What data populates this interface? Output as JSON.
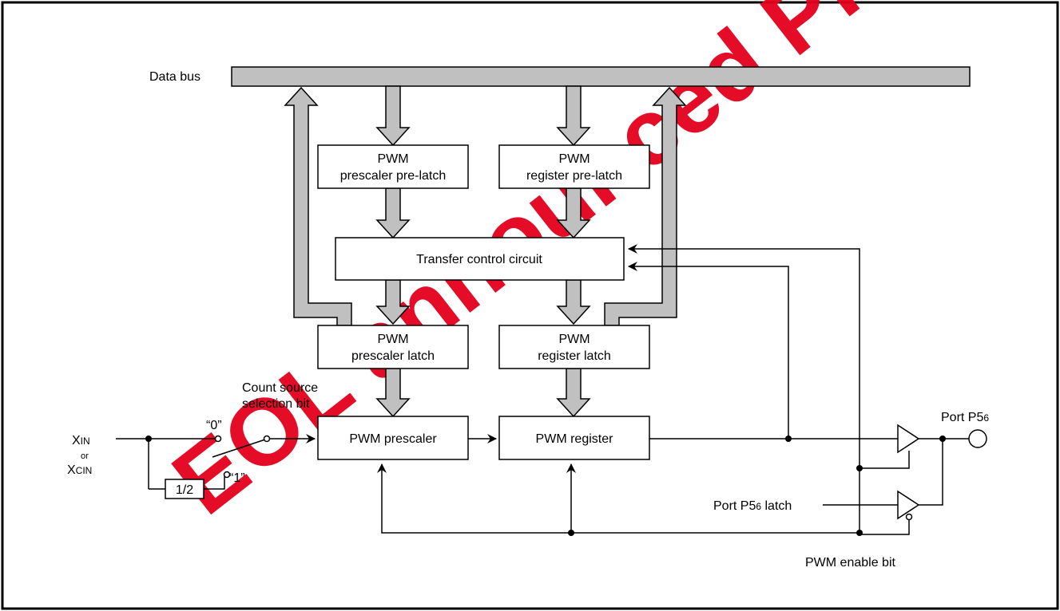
{
  "labels": {
    "data_bus": "Data bus",
    "xin": "X",
    "xin_sub": "IN",
    "or": "or",
    "xcin": "X",
    "xcin_sub": "CIN",
    "count_source_line1": "Count source",
    "count_source_line2": "selection bit",
    "sel0": "“0”",
    "sel1": "“1”",
    "half": "1/2",
    "port_p5": "Port P5",
    "port_p5_sub": "6",
    "port_latch_a": "Port P5",
    "port_latch_sub": "6",
    "port_latch_b": " latch",
    "pwm_enable": "PWM enable bit"
  },
  "blocks": {
    "prescaler_prelatch": [
      "PWM",
      "prescaler pre-latch"
    ],
    "register_prelatch": [
      "PWM",
      "register pre-latch"
    ],
    "transfer": "Transfer control circuit",
    "prescaler_latch": [
      "PWM",
      "prescaler latch"
    ],
    "register_latch": [
      "PWM",
      "register latch"
    ],
    "prescaler": "PWM prescaler",
    "register": "PWM register"
  },
  "watermark": "EOL announced Product",
  "colors": {
    "bus": "#c0c0c0",
    "watermark": "#e3001b"
  }
}
